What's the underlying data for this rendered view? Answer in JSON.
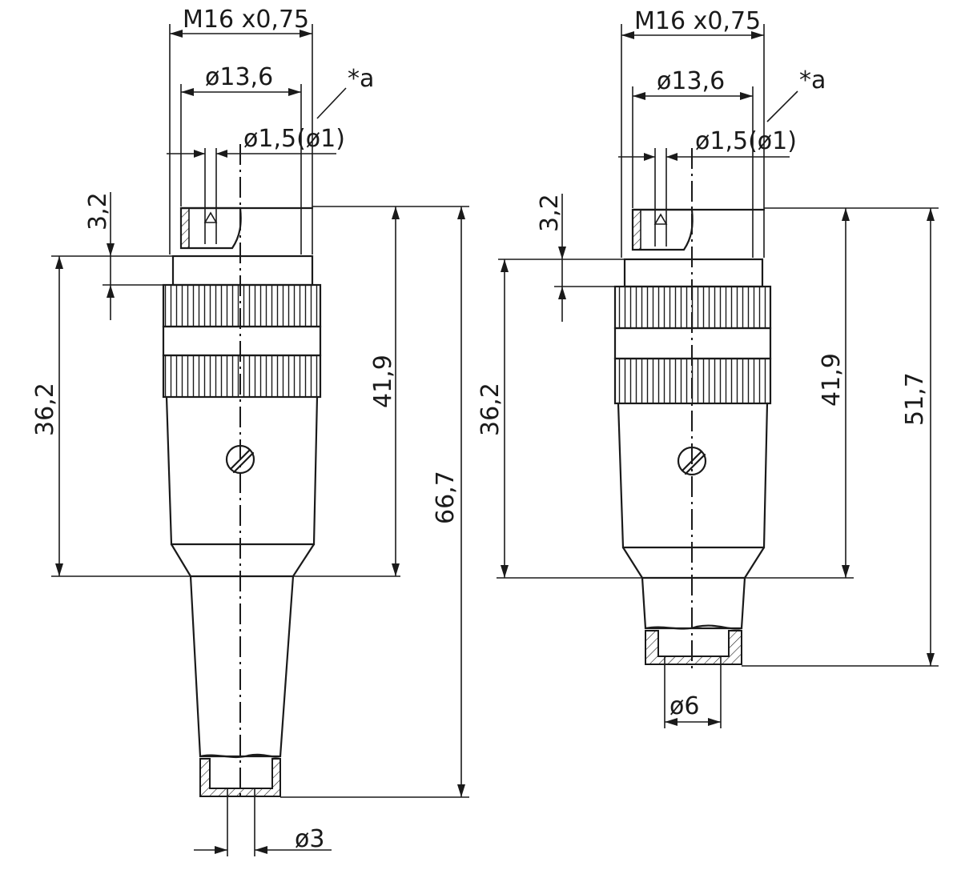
{
  "connectors": [
    {
      "id": "long-sleeve",
      "thread": "M16 x0,75",
      "outer_diameter": "ø13,6",
      "pin_diameter": "ø1,5(ø1)",
      "note": "*a",
      "flange_height": "3,2",
      "body_length": "36,2",
      "mating_depth": "41,9",
      "overall_length": "66,7",
      "cable_diameter": "ø3"
    },
    {
      "id": "short-sleeve",
      "thread": "M16 x0,75",
      "outer_diameter": "ø13,6",
      "pin_diameter": "ø1,5(ø1)",
      "note": "*a",
      "flange_height": "3,2",
      "body_length": "36,2",
      "mating_depth": "41,9",
      "overall_length": "51,7",
      "cable_diameter": "ø6"
    }
  ],
  "colors": {
    "line": "#1a1a1a",
    "background": "#ffffff"
  }
}
